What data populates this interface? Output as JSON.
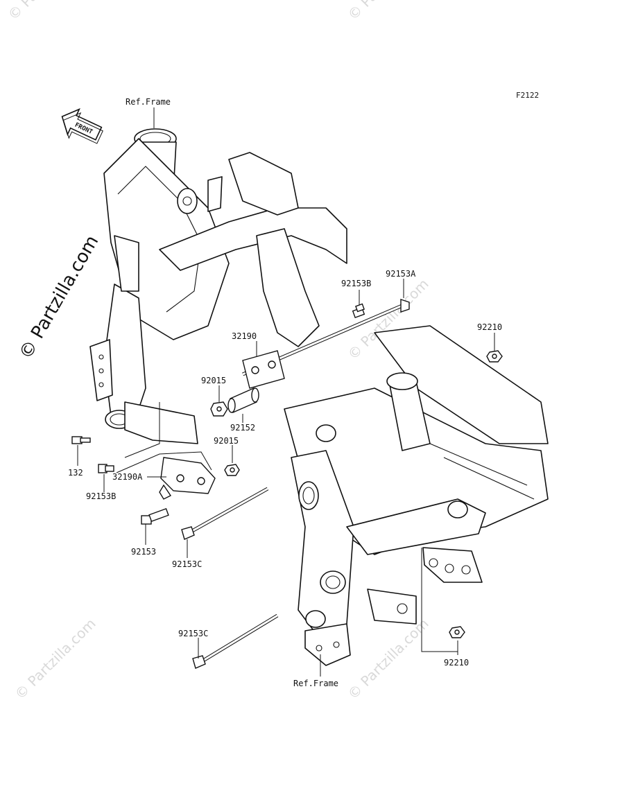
{
  "figure_code": "F2122",
  "front_arrow_label": "FRONT",
  "watermark_main": "© Partzilla.com",
  "watermark_faint": "© Partzilla.com",
  "labels": {
    "ref_frame_top": "Ref.Frame",
    "ref_frame_bottom": "Ref.Frame",
    "p92153B_top": "92153B",
    "p92153A": "92153A",
    "p92210_top": "92210",
    "p32190": "32190",
    "p92015_top": "92015",
    "p92152": "92152",
    "p92015_mid": "92015",
    "p132": "132",
    "p32190A": "32190A",
    "p92153B_bottom": "92153B",
    "p92153": "92153",
    "p92153C_mid": "92153C",
    "p92153C_bottom": "92153C",
    "p92210_bottom": "92210"
  }
}
